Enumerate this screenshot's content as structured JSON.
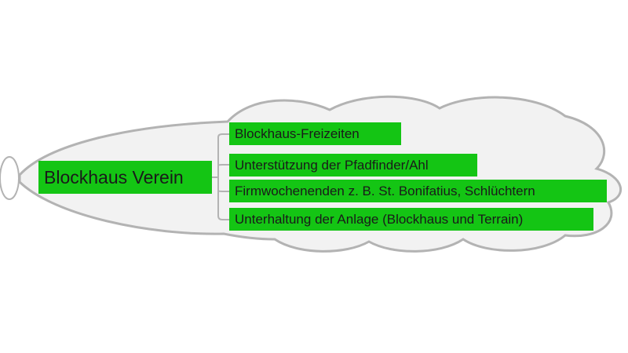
{
  "diagram": {
    "root": {
      "label": "Blockhaus Verein"
    },
    "branches": [
      {
        "label": "Blockhaus-Freizeiten"
      },
      {
        "label": "Unterstützung der Pfadfinder/Ahl"
      },
      {
        "label": "Firmwochenenden z. B. St. Bonifatius, Schlüchtern"
      },
      {
        "label": "Unterhaltung der Anlage (Blockhaus und Terrain)"
      }
    ],
    "colors": {
      "box_fill": "#14c514",
      "cloud_fill": "#f2f2f2",
      "cloud_stroke": "#b3b3b3",
      "connector": "#b3b3b3"
    }
  }
}
